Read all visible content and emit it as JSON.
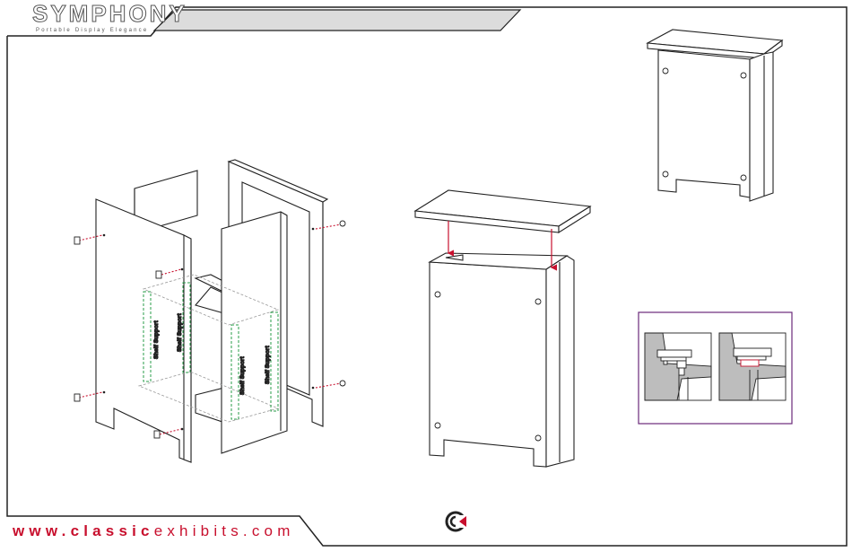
{
  "header": {
    "brand": "SYMPHONY",
    "tagline": "Portable Display Elegance"
  },
  "footer": {
    "website_prefix": "www.",
    "website_name": "classic",
    "website_suffix": "exhibits.com"
  },
  "exploded_view": {
    "support_label": "Shelf Support"
  },
  "colors": {
    "accent_red": "#c8102e",
    "support_green": "#2a9d4a",
    "inset_border": "#6a2a7a",
    "line": "#222222",
    "header_bar": "#dcdcdc"
  },
  "icons": [
    "classic-exhibits-logo-icon",
    "screw-icon",
    "arrow-down-icon"
  ]
}
